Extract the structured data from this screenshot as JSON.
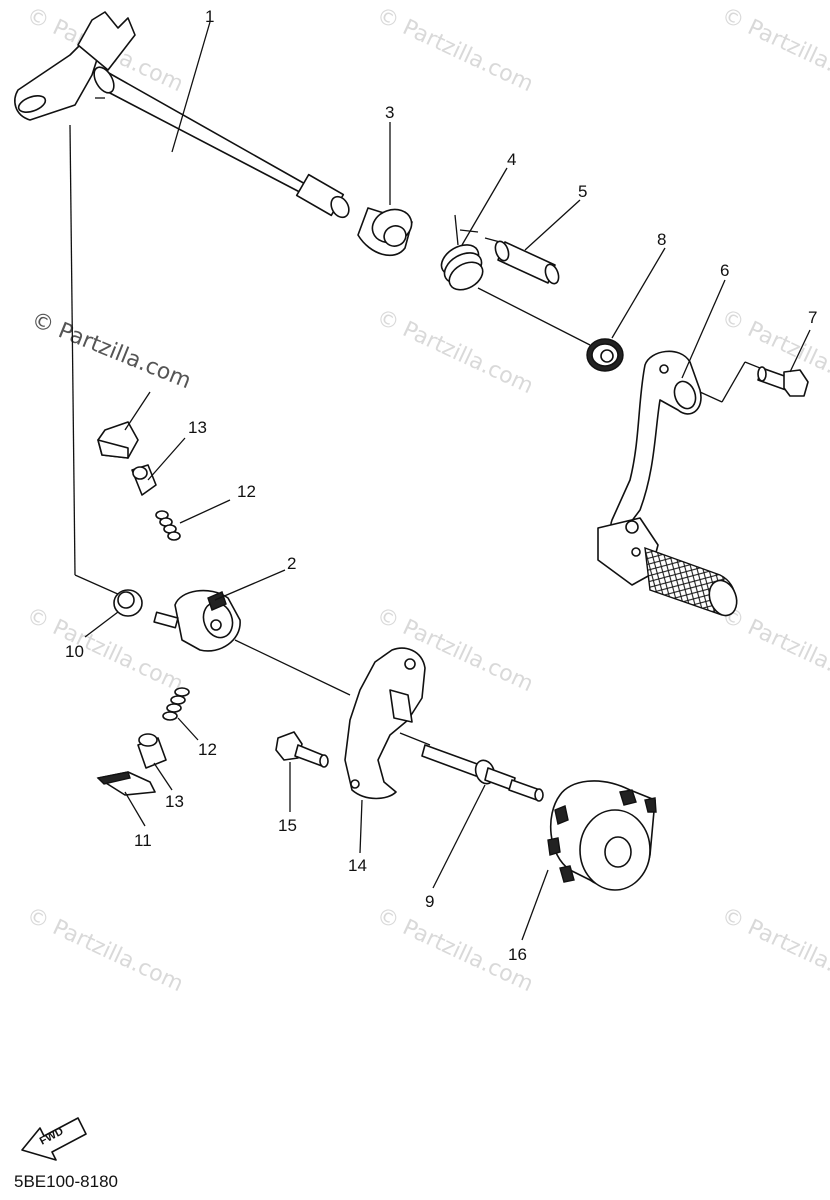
{
  "watermark": "© Partzilla.com",
  "diagram_code": "5BE100-8180",
  "fwd_label": "FWD",
  "callouts": [
    "1",
    "2",
    "3",
    "4",
    "5",
    "6",
    "7",
    "8",
    "9",
    "10",
    "11",
    "12",
    "12",
    "13",
    "13",
    "14",
    "15",
    "16"
  ]
}
